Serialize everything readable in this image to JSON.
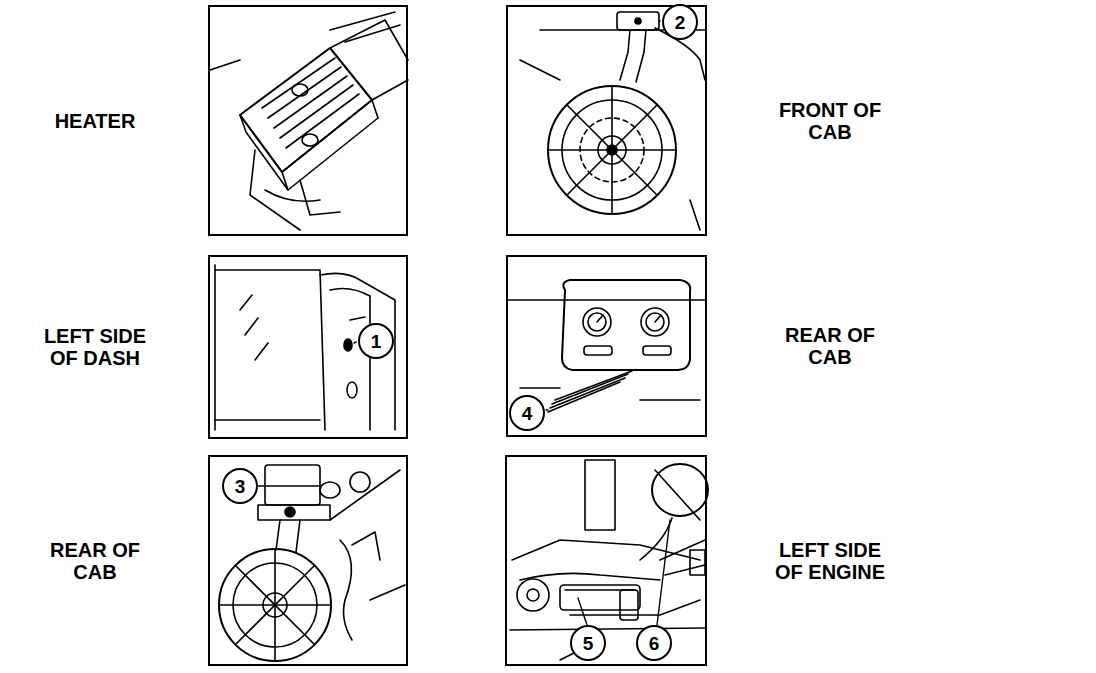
{
  "diagram": {
    "nodes": [
      {
        "text": [
          "HEATER"
        ]
      },
      {
        "text": [
          "FRONT OF CAB"
        ]
      },
      {
        "text": [
          "2"
        ],
        "in": 1
      },
      {
        "text": [
          "LEFT SIDE OF DASH"
        ]
      },
      {
        "text": [
          "1"
        ],
        "in": 3
      },
      {
        "text": [
          "REAR OF CAB"
        ]
      },
      {
        "text": [
          "4"
        ],
        "in": 5
      },
      {
        "text": [
          "REAR OF CAB"
        ]
      },
      {
        "text": [
          "3"
        ],
        "in": 7
      },
      {
        "text": [
          "LEFT SIDE OF ENGINE"
        ]
      },
      {
        "text": [
          "5"
        ],
        "in": 9
      },
      {
        "text": [
          "6"
        ],
        "in": 9
      }
    ]
  }
}
